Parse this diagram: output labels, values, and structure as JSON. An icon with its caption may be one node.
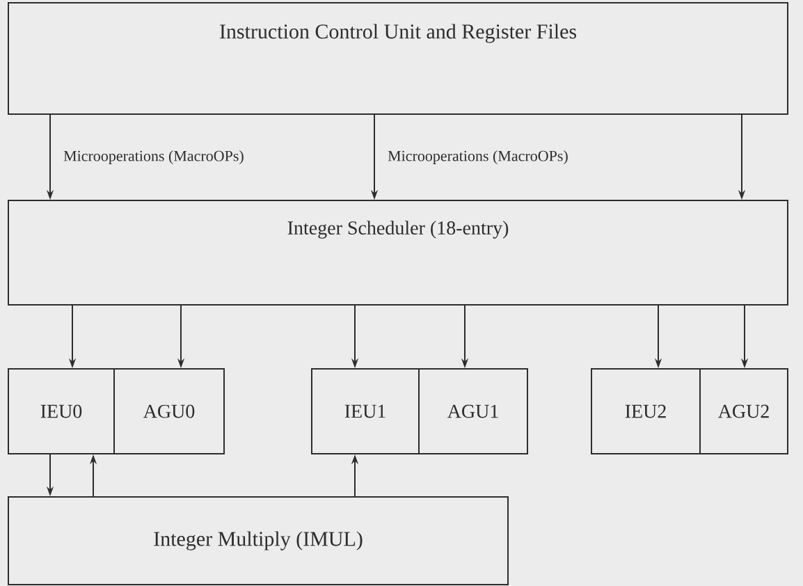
{
  "diagram": {
    "nodes": [
      {
        "text": [
          "Instruction Control Unit and Register Files"
        ]
      },
      {
        "text": [
          "Integer Scheduler (18-entry)"
        ]
      },
      {
        "text": [
          "IEU0"
        ]
      },
      {
        "text": [
          "AGU0"
        ]
      },
      {
        "text": [
          "IEU1"
        ]
      },
      {
        "text": [
          "AGU1"
        ]
      },
      {
        "text": [
          "IEU2"
        ]
      },
      {
        "text": [
          "AGU2"
        ]
      },
      {
        "text": [
          "Integer Multiply (IMUL)"
        ]
      }
    ],
    "edges": [
      {
        "from": 0,
        "to": 1,
        "arrow": "to",
        "label": "Microoperations (MacroOPs)"
      },
      {
        "from": 0,
        "to": 1,
        "arrow": "to",
        "label": "Microoperations (MacroOPs)"
      },
      {
        "from": 0,
        "to": 1,
        "arrow": "to"
      },
      {
        "from": 1,
        "to": 2,
        "arrow": "to"
      },
      {
        "from": 1,
        "to": 3,
        "arrow": "to"
      },
      {
        "from": 1,
        "to": 4,
        "arrow": "to"
      },
      {
        "from": 1,
        "to": 5,
        "arrow": "to"
      },
      {
        "from": 1,
        "to": 6,
        "arrow": "to"
      },
      {
        "from": 1,
        "to": 7,
        "arrow": "to"
      },
      {
        "from": 2,
        "to": 8,
        "arrow": "to"
      },
      {
        "from": 8,
        "to": 2,
        "arrow": "to"
      },
      {
        "from": 8,
        "to": 4,
        "arrow": "to"
      }
    ]
  }
}
